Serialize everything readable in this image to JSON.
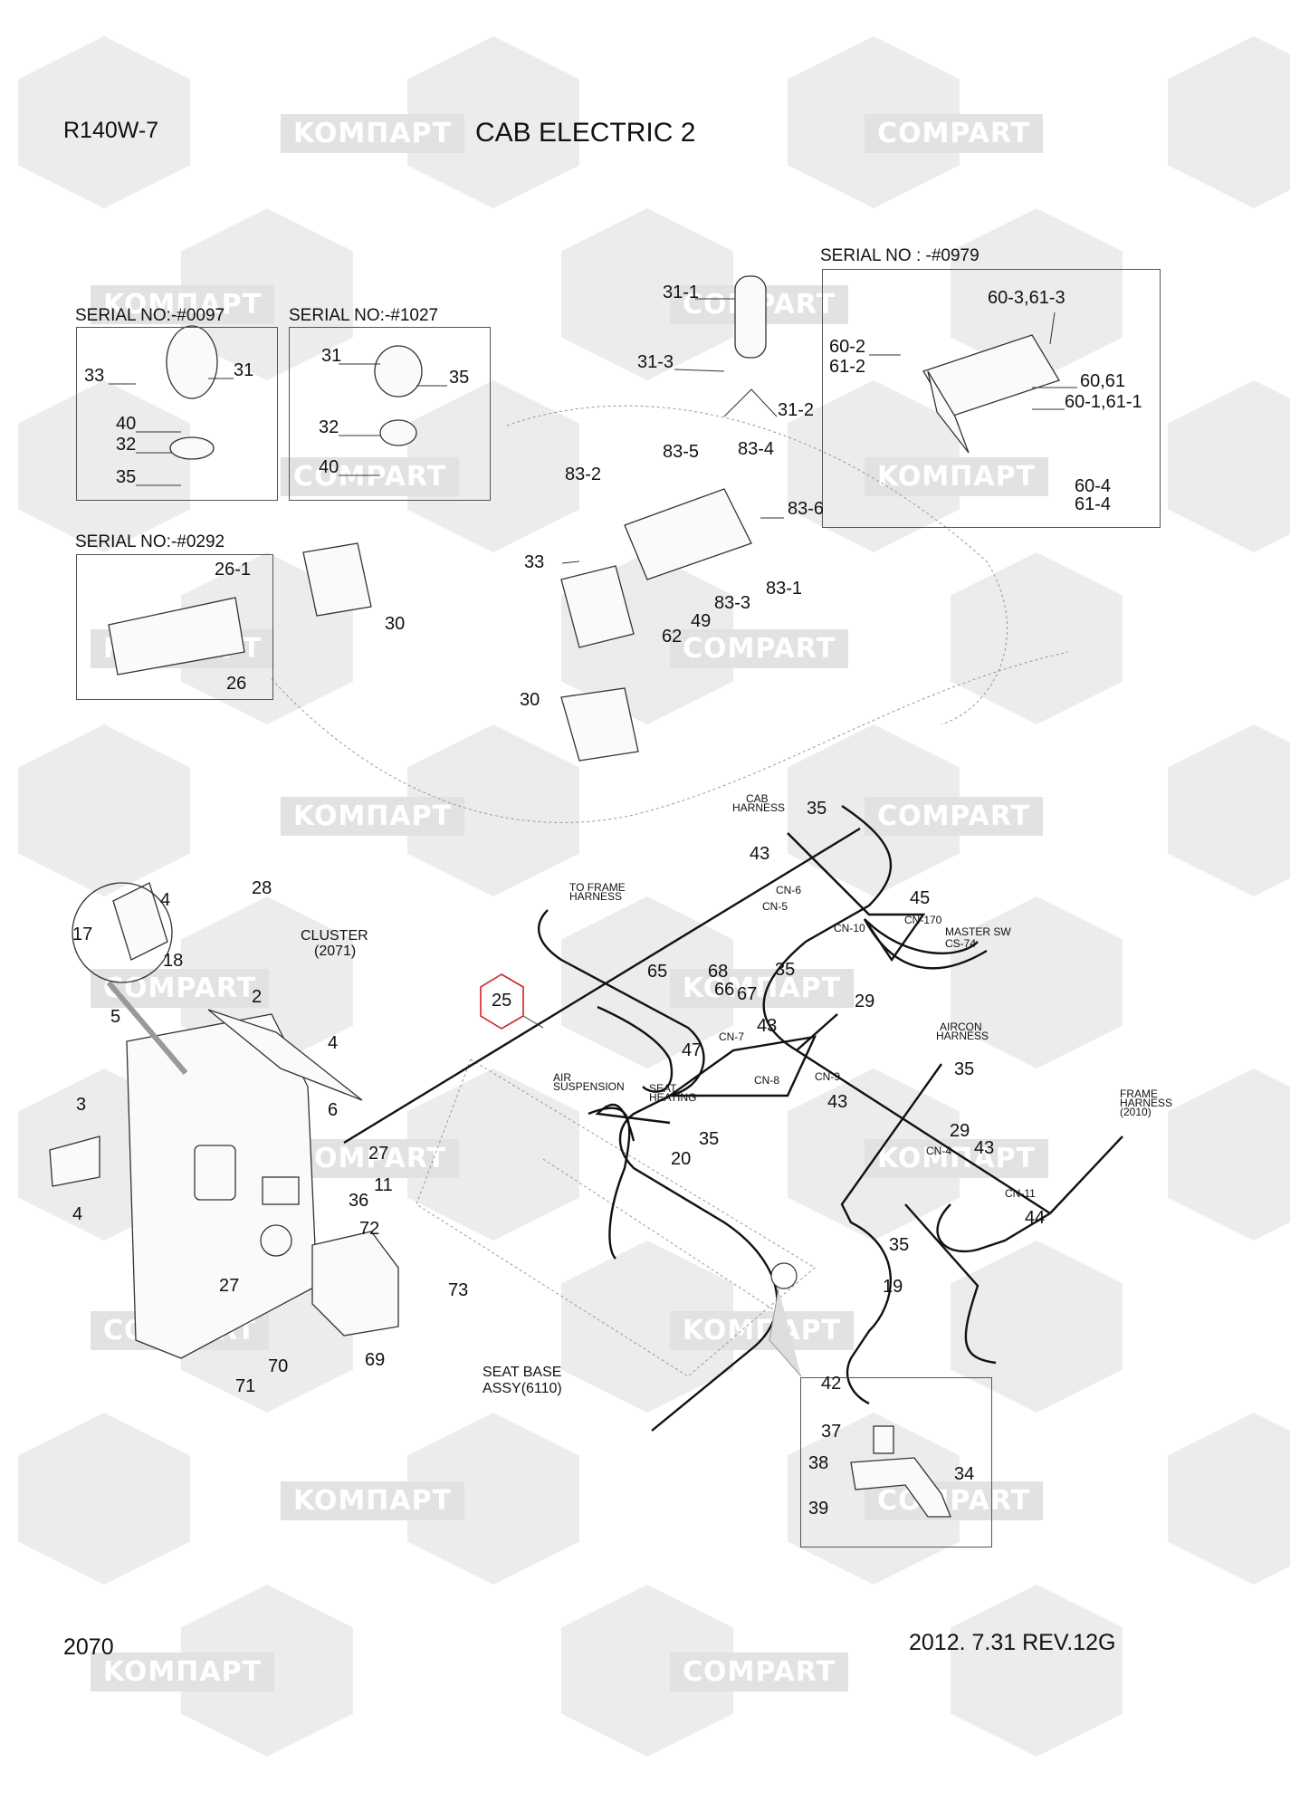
{
  "header": {
    "model": "R140W-7",
    "title": "CAB ELECTRIC 2"
  },
  "footer": {
    "page": "2070",
    "revision": "2012. 7.31  REV.12G"
  },
  "watermark": {
    "text_ru": "KOMПАРТ",
    "text_en": "COMPART"
  },
  "box_0097": {
    "serial": "SERIAL NO:-#0097",
    "callouts": [
      "33",
      "31",
      "40",
      "32",
      "35"
    ]
  },
  "box_1027": {
    "serial": "SERIAL NO:-#1027",
    "callouts": [
      "31",
      "35",
      "32",
      "40"
    ]
  },
  "box_0979": {
    "serial": "SERIAL NO : -#0979",
    "callouts": [
      "60-3,61-3",
      "60-2",
      "61-2",
      "60,61",
      "60-1,61-1",
      "60-4",
      "61-4"
    ]
  },
  "box_0292": {
    "serial": "SERIAL NO:-#0292",
    "callouts": [
      "26-1",
      "26"
    ]
  },
  "beacon": {
    "callouts": [
      "31-1",
      "31-3",
      "31-2"
    ]
  },
  "radio": {
    "callouts": [
      "83-5",
      "83-4",
      "83-2",
      "83-6",
      "33",
      "83-3",
      "83-1",
      "49",
      "62",
      "30",
      "30"
    ]
  },
  "cluster": {
    "label": "CLUSTER",
    "ref": "(2071)",
    "callouts": [
      "28",
      "4",
      "17",
      "18",
      "2",
      "5",
      "4",
      "3",
      "6",
      "27",
      "36",
      "11",
      "4",
      "72",
      "27",
      "73",
      "70",
      "69",
      "71"
    ]
  },
  "seat_base": {
    "line1": "SEAT BASE",
    "line2": "ASSY(6110)"
  },
  "highlight": {
    "callout": "25",
    "color": "#d62020"
  },
  "harness": {
    "labels": {
      "to_frame_1": "TO FRAME",
      "to_frame_2": "HARNESS",
      "cab_1": "CAB",
      "cab_2": "HARNESS",
      "master_1": "MASTER SW",
      "master_2": "CS-74",
      "air_1": "AIR",
      "air_2": "SUSPENSION",
      "seat_1": "SEAT",
      "seat_2": "HEATING",
      "aircon_1": "AIRCON",
      "aircon_2": "HARNESS",
      "frame_1": "FRAME",
      "frame_2": "HARNESS",
      "frame_3": "(2010)"
    },
    "connectors": [
      "CN-6",
      "CN-5",
      "CN-170",
      "CN-10",
      "CN-7",
      "CN-8",
      "CN-9",
      "CN-4",
      "CN-11"
    ],
    "callouts": [
      "35",
      "43",
      "45",
      "65",
      "68",
      "66",
      "67",
      "35",
      "29",
      "43",
      "47",
      "43",
      "35",
      "29",
      "43",
      "35",
      "20",
      "44",
      "35",
      "19"
    ]
  },
  "detail_box": {
    "callouts": [
      "42",
      "37",
      "38",
      "34",
      "39"
    ]
  }
}
